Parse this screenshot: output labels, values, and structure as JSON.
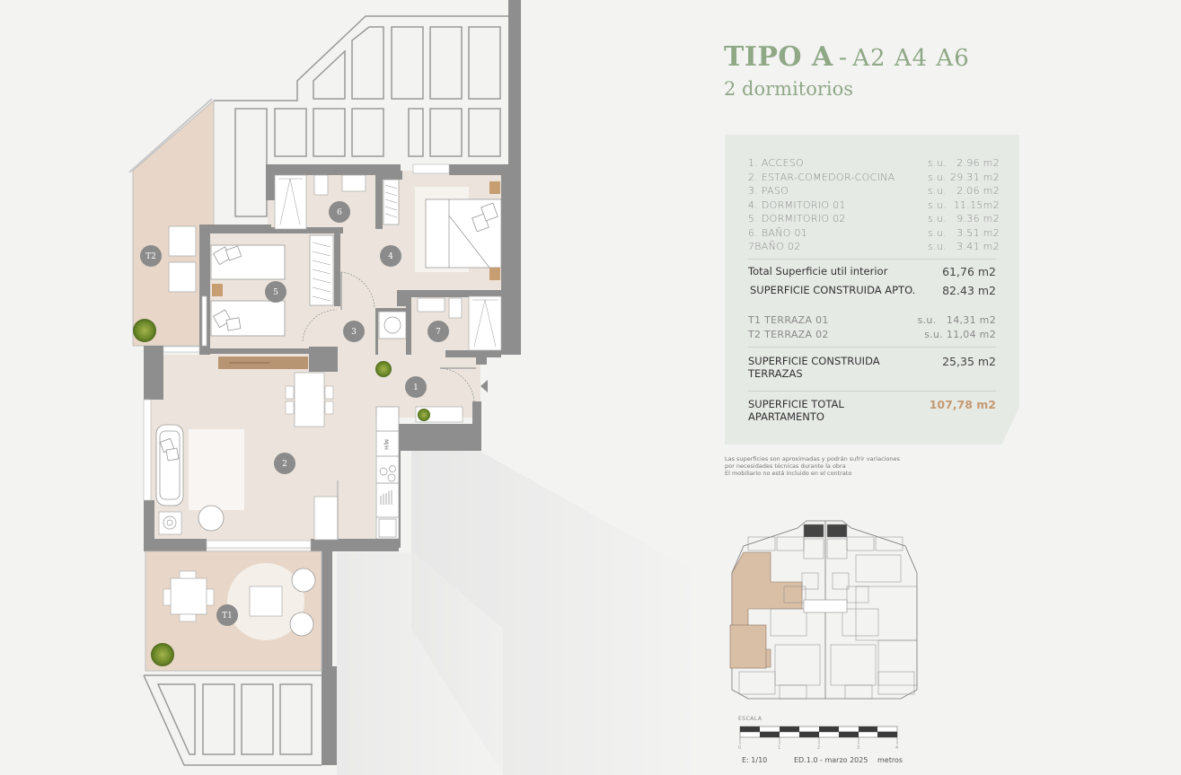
{
  "header": {
    "title_main": "TIPO A",
    "title_separator": "-",
    "title_units": "A2 A4 A6",
    "subtitle": "2 dormitorios"
  },
  "areas": {
    "rooms": [
      {
        "label": "1. ACCESO",
        "prefix": "s.u.",
        "value": "2.96 m2"
      },
      {
        "label": "2. ESTAR-COMEDOR-COCINA",
        "prefix": "s.u.",
        "value": "29.31 m2"
      },
      {
        "label": "3. PASO",
        "prefix": "s.u.",
        "value": "2.06 m2"
      },
      {
        "label": "4. DORMITORIO 01",
        "prefix": "s.u.",
        "value": "11.15m2"
      },
      {
        "label": "5. DORMITORIO 02",
        "prefix": "s.u.",
        "value": "9.36 m2"
      },
      {
        "label": "6. BAÑO 01",
        "prefix": "s.u.",
        "value": "3.51 m2"
      },
      {
        "label": "7BAÑO 02",
        "prefix": "s.u.",
        "value": "3.41 m2"
      }
    ],
    "total_util": {
      "label": "Total Superficie util interior",
      "value": "61,76 m2"
    },
    "construida_apto": {
      "label": "SUPERFICIE CONSTRUIDA APTO.",
      "value": "82.43 m2"
    },
    "terraces": [
      {
        "label": "T1 TERRAZA 01",
        "prefix": "s.u.",
        "value": "14,31 m2"
      },
      {
        "label": "T2 TERRAZA 02",
        "prefix": "s.u.",
        "value": "11,04 m2"
      }
    ],
    "construida_terrazas": {
      "label_line1": "SUPERFICIE CONSTRUIDA",
      "label_line2": "TERRAZAS",
      "value": "25,35 m2"
    },
    "total_apartamento": {
      "label_line1": "SUPERFICIE TOTAL",
      "label_line2": "APARTAMENTO",
      "value": "107,78 m2"
    }
  },
  "notes": [
    "Las superficies son aproximadas y podrán sufrir variaciones",
    "por necesidades técnicas durante la obra",
    "El mobiliario no está incluido en el contrato"
  ],
  "plan_labels": {
    "room_1": "1",
    "room_2": "2",
    "room_3": "3",
    "room_4": "4",
    "room_5": "5",
    "room_6": "6",
    "room_7": "7",
    "terrace_1": "T1",
    "terrace_2": "T2",
    "kitchen_appliance": "M/H"
  },
  "scale": {
    "label": "ESCALA",
    "ticks": [
      "0",
      "1",
      "2",
      "3",
      "4"
    ],
    "ratio": "E: 1/10",
    "edition": "ED.1.0 - marzo 2025",
    "unit": "metros"
  },
  "colors": {
    "title_green": "#8fa886",
    "panel_bg": "#e6eae5",
    "total_accent": "#c49a72",
    "wall_gray": "#8e8e8e",
    "floor_beige": "#ece4dc",
    "terrace_beige": "#e8d7c8"
  }
}
